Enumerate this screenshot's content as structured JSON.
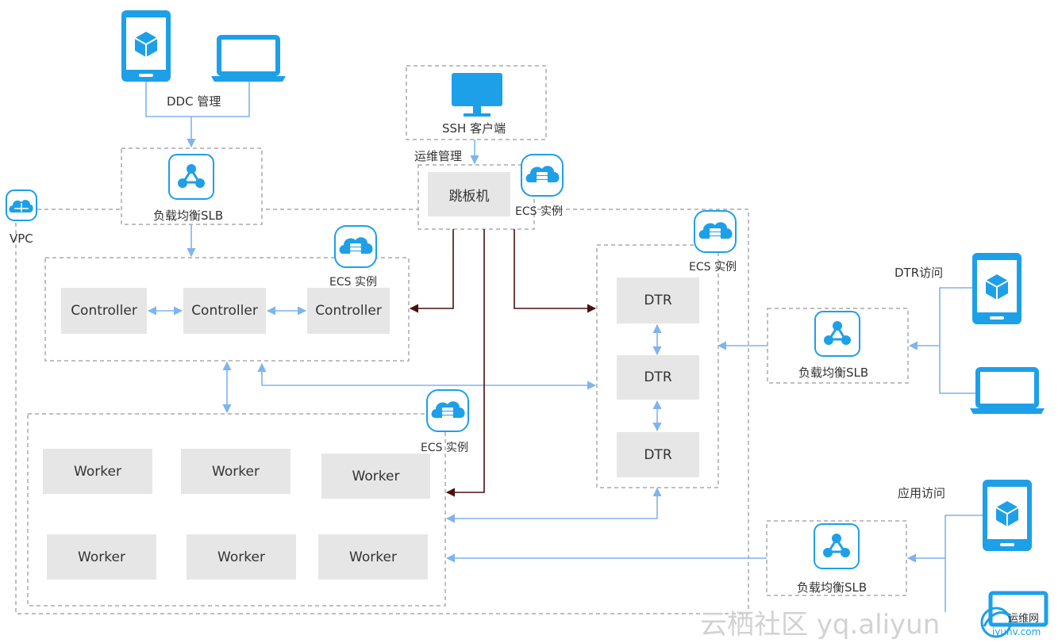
{
  "labels": {
    "ddc": "DDC 管理",
    "ssh": "SSH 客户端",
    "ops": "运维管理",
    "jump": "跳板机",
    "ecs": "ECS 实例",
    "vpc": "VPC",
    "slb": "负载均衡SLB",
    "controller": "Controller",
    "worker": "Worker",
    "dtr": "DTR",
    "dtr_access": "DTR访问",
    "app_access": "应用访问"
  },
  "watermark": {
    "primary": "云栖社区 yq.aliyun",
    "badge_name": "运维网",
    "badge_url": "iyunv.com"
  },
  "colors": {
    "accent": "#1da0e8",
    "arrow_blue": "#7fb4ee",
    "arrow_dark": "#4a1010",
    "dashed_border": "#aaaaaa",
    "box_fill": "#e6e6e6"
  },
  "icons": [
    "phone-icon",
    "laptop-icon",
    "monitor-icon",
    "slb-icon",
    "ecs-cloud-icon",
    "vpc-cloud-icon"
  ]
}
